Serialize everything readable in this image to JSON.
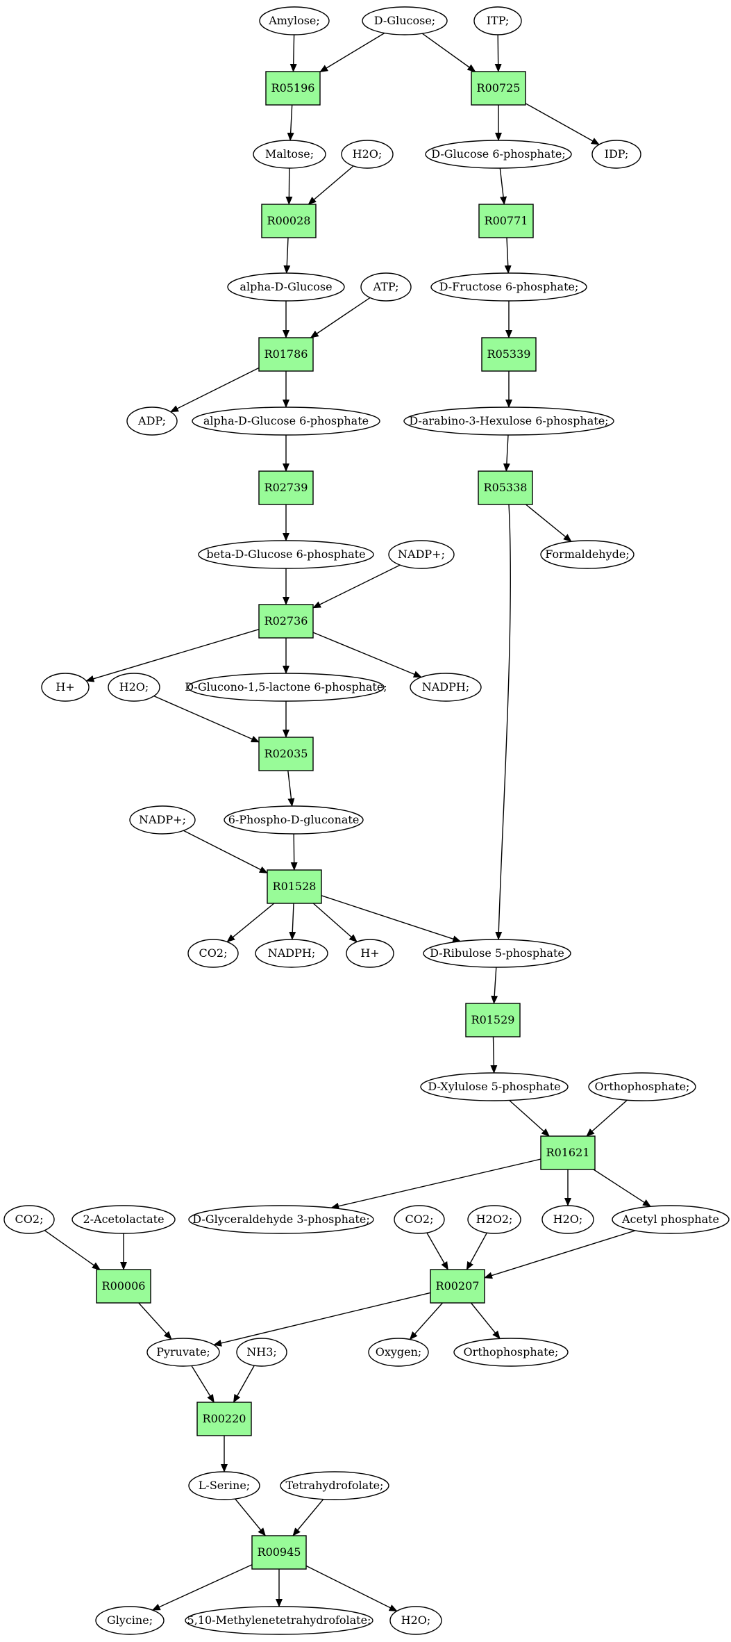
{
  "colors": {
    "reaction_fill": "#98fb98",
    "start_fill": "#00ee00",
    "target_fill": "#ffff00",
    "compound_fill": "#ffffff",
    "stroke": "#000000"
  },
  "nodes": [
    {
      "id": "amylose",
      "kind": "compound",
      "label": "Amylose;"
    },
    {
      "id": "dglucose",
      "kind": "start",
      "label": "D-Glucose;"
    },
    {
      "id": "itp",
      "kind": "compound",
      "label": "ITP;"
    },
    {
      "id": "r05196",
      "kind": "reaction",
      "label": "R05196"
    },
    {
      "id": "r00725",
      "kind": "reaction",
      "label": "R00725"
    },
    {
      "id": "maltose",
      "kind": "compound",
      "label": "Maltose;"
    },
    {
      "id": "h2o_a",
      "kind": "compound",
      "label": "H2O;"
    },
    {
      "id": "dglc6p",
      "kind": "compound",
      "label": "D-Glucose 6-phosphate;"
    },
    {
      "id": "idp",
      "kind": "compound",
      "label": "IDP;"
    },
    {
      "id": "r00028",
      "kind": "reaction",
      "label": "R00028"
    },
    {
      "id": "r00771",
      "kind": "reaction",
      "label": "R00771"
    },
    {
      "id": "alphadglc",
      "kind": "compound",
      "label": "alpha-D-Glucose"
    },
    {
      "id": "atp",
      "kind": "compound",
      "label": "ATP;"
    },
    {
      "id": "dfru6p",
      "kind": "compound",
      "label": "D-Fructose 6-phosphate;"
    },
    {
      "id": "r01786",
      "kind": "reaction",
      "label": "R01786"
    },
    {
      "id": "r05339",
      "kind": "reaction",
      "label": "R05339"
    },
    {
      "id": "adp",
      "kind": "compound",
      "label": "ADP;"
    },
    {
      "id": "alphadglc6p",
      "kind": "compound",
      "label": "alpha-D-Glucose 6-phosphate"
    },
    {
      "id": "darab3hex6p",
      "kind": "compound",
      "label": "D-arabino-3-Hexulose 6-phosphate;"
    },
    {
      "id": "r02739",
      "kind": "reaction",
      "label": "R02739"
    },
    {
      "id": "r05338",
      "kind": "reaction",
      "label": "R05338"
    },
    {
      "id": "betadglc6p",
      "kind": "compound",
      "label": "beta-D-Glucose 6-phosphate"
    },
    {
      "id": "nadp_a",
      "kind": "compound",
      "label": "NADP+;"
    },
    {
      "id": "formaldehyde",
      "kind": "compound",
      "label": "Formaldehyde;"
    },
    {
      "id": "r02736",
      "kind": "reaction",
      "label": "R02736"
    },
    {
      "id": "hplus_a",
      "kind": "compound",
      "label": "H+"
    },
    {
      "id": "h2o_b",
      "kind": "compound",
      "label": "H2O;"
    },
    {
      "id": "dglucono",
      "kind": "compound",
      "label": "D-Glucono-1,5-lactone 6-phosphate;"
    },
    {
      "id": "nadph_a",
      "kind": "compound",
      "label": "NADPH;"
    },
    {
      "id": "r02035",
      "kind": "reaction",
      "label": "R02035"
    },
    {
      "id": "nadp_b",
      "kind": "compound",
      "label": "NADP+;"
    },
    {
      "id": "phosphogluconate",
      "kind": "compound",
      "label": "6-Phospho-D-gluconate"
    },
    {
      "id": "r01528",
      "kind": "reaction",
      "label": "R01528"
    },
    {
      "id": "co2_a",
      "kind": "compound",
      "label": "CO2;"
    },
    {
      "id": "nadph_b",
      "kind": "compound",
      "label": "NADPH;"
    },
    {
      "id": "hplus_b",
      "kind": "compound",
      "label": "H+"
    },
    {
      "id": "dribulose5p",
      "kind": "compound",
      "label": "D-Ribulose 5-phosphate"
    },
    {
      "id": "r01529",
      "kind": "reaction",
      "label": "R01529"
    },
    {
      "id": "dxylulose5p",
      "kind": "compound",
      "label": "D-Xylulose 5-phosphate"
    },
    {
      "id": "orthophosphate_a",
      "kind": "compound",
      "label": "Orthophosphate;"
    },
    {
      "id": "r01621",
      "kind": "reaction",
      "label": "R01621"
    },
    {
      "id": "co2_b",
      "kind": "compound",
      "label": "CO2;"
    },
    {
      "id": "acetolactate",
      "kind": "compound",
      "label": "2-Acetolactate"
    },
    {
      "id": "dglyceraldehyde3p",
      "kind": "compound",
      "label": "D-Glyceraldehyde 3-phosphate;"
    },
    {
      "id": "co2_c",
      "kind": "compound",
      "label": "CO2;"
    },
    {
      "id": "h2o2",
      "kind": "compound",
      "label": "H2O2;"
    },
    {
      "id": "h2o_c",
      "kind": "compound",
      "label": "H2O;"
    },
    {
      "id": "acetylphosphate",
      "kind": "compound",
      "label": "Acetyl phosphate"
    },
    {
      "id": "r00006",
      "kind": "reaction",
      "label": "R00006"
    },
    {
      "id": "r00207",
      "kind": "reaction",
      "label": "R00207"
    },
    {
      "id": "pyruvate",
      "kind": "compound",
      "label": "Pyruvate;"
    },
    {
      "id": "nh3",
      "kind": "compound",
      "label": "NH3;"
    },
    {
      "id": "oxygen",
      "kind": "compound",
      "label": "Oxygen;"
    },
    {
      "id": "orthophosphate_b",
      "kind": "compound",
      "label": "Orthophosphate;"
    },
    {
      "id": "r00220",
      "kind": "reaction",
      "label": "R00220"
    },
    {
      "id": "lserine",
      "kind": "compound",
      "label": "L-Serine;"
    },
    {
      "id": "thf",
      "kind": "compound",
      "label": "Tetrahydrofolate;"
    },
    {
      "id": "r00945",
      "kind": "reaction",
      "label": "R00945"
    },
    {
      "id": "glycine",
      "kind": "target",
      "label": "Glycine;"
    },
    {
      "id": "methylenethf",
      "kind": "compound",
      "label": "5,10-Methylenetetrahydrofolate;"
    },
    {
      "id": "h2o_d",
      "kind": "compound",
      "label": "H2O;"
    }
  ],
  "edges": [
    [
      "amylose",
      "r05196"
    ],
    [
      "dglucose",
      "r05196"
    ],
    [
      "dglucose",
      "r00725"
    ],
    [
      "itp",
      "r00725"
    ],
    [
      "r05196",
      "maltose"
    ],
    [
      "r00725",
      "dglc6p"
    ],
    [
      "r00725",
      "idp"
    ],
    [
      "maltose",
      "r00028"
    ],
    [
      "h2o_a",
      "r00028"
    ],
    [
      "dglc6p",
      "r00771"
    ],
    [
      "r00028",
      "alphadglc"
    ],
    [
      "r00771",
      "dfru6p"
    ],
    [
      "alphadglc",
      "r01786"
    ],
    [
      "atp",
      "r01786"
    ],
    [
      "dfru6p",
      "r05339"
    ],
    [
      "r01786",
      "adp"
    ],
    [
      "r01786",
      "alphadglc6p"
    ],
    [
      "r05339",
      "darab3hex6p"
    ],
    [
      "alphadglc6p",
      "r02739"
    ],
    [
      "darab3hex6p",
      "r05338"
    ],
    [
      "r02739",
      "betadglc6p"
    ],
    [
      "r05338",
      "formaldehyde"
    ],
    [
      "r05338",
      "dribulose5p"
    ],
    [
      "betadglc6p",
      "r02736"
    ],
    [
      "nadp_a",
      "r02736"
    ],
    [
      "r02736",
      "hplus_a"
    ],
    [
      "r02736",
      "dglucono"
    ],
    [
      "r02736",
      "nadph_a"
    ],
    [
      "h2o_b",
      "r02035"
    ],
    [
      "dglucono",
      "r02035"
    ],
    [
      "r02035",
      "phosphogluconate"
    ],
    [
      "nadp_b",
      "r01528"
    ],
    [
      "phosphogluconate",
      "r01528"
    ],
    [
      "r01528",
      "co2_a"
    ],
    [
      "r01528",
      "nadph_b"
    ],
    [
      "r01528",
      "hplus_b"
    ],
    [
      "r01528",
      "dribulose5p"
    ],
    [
      "dribulose5p",
      "r01529"
    ],
    [
      "r01529",
      "dxylulose5p"
    ],
    [
      "dxylulose5p",
      "r01621"
    ],
    [
      "orthophosphate_a",
      "r01621"
    ],
    [
      "r01621",
      "dglyceraldehyde3p"
    ],
    [
      "r01621",
      "h2o_c"
    ],
    [
      "r01621",
      "acetylphosphate"
    ],
    [
      "co2_b",
      "r00006"
    ],
    [
      "acetolactate",
      "r00006"
    ],
    [
      "co2_c",
      "r00207"
    ],
    [
      "h2o2",
      "r00207"
    ],
    [
      "acetylphosphate",
      "r00207"
    ],
    [
      "r00006",
      "pyruvate"
    ],
    [
      "r00207",
      "pyruvate"
    ],
    [
      "r00207",
      "oxygen"
    ],
    [
      "r00207",
      "orthophosphate_b"
    ],
    [
      "pyruvate",
      "r00220"
    ],
    [
      "nh3",
      "r00220"
    ],
    [
      "r00220",
      "lserine"
    ],
    [
      "lserine",
      "r00945"
    ],
    [
      "thf",
      "r00945"
    ],
    [
      "r00945",
      "glycine"
    ],
    [
      "r00945",
      "methylenethf"
    ],
    [
      "r00945",
      "h2o_d"
    ]
  ]
}
